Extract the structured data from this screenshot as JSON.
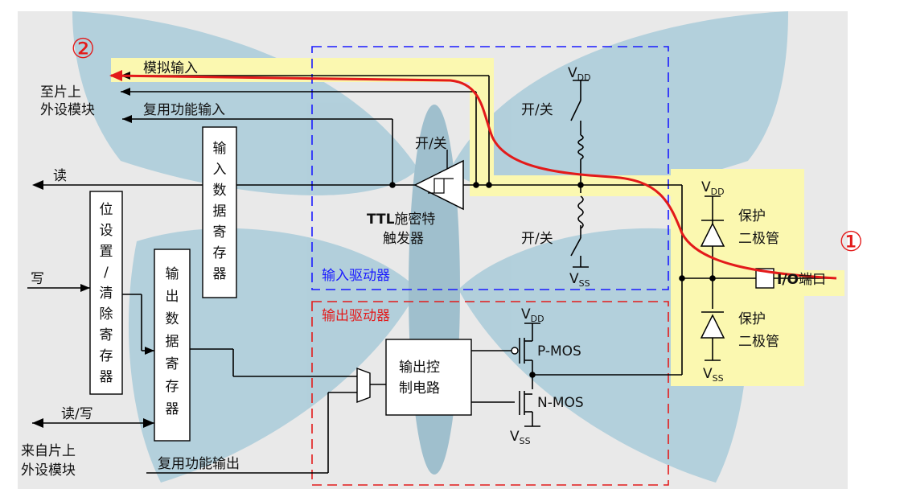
{
  "markers": {
    "one": "①",
    "two": "②"
  },
  "labels": {
    "to_peripheral_l1": "至片上",
    "to_peripheral_l2": "外设模块",
    "analog_input": "模拟输入",
    "alt_func_input": "复用功能输入",
    "read": "读",
    "write": "写",
    "read_write": "读/写",
    "from_peripheral_l1": "来自片上",
    "from_peripheral_l2": "外设模块",
    "alt_func_output": "复用功能输出",
    "onoff_top": "开/关",
    "onoff_bottom": "开/关",
    "onoff_trigger": "开/关",
    "vdd_main": "V",
    "vdd_sub": "DD",
    "vss_main": "V",
    "vss_sub": "SS",
    "ttl_l1_bold": "TTL",
    "ttl_l1_rest": "施密特",
    "ttl_l2": "触发器",
    "input_driver": "输入驱动器",
    "output_driver": "输出驱动器",
    "protect_l1": "保护",
    "protect_l2": "二极管",
    "io_port_bold": "I/O",
    "io_port_rest": "端口",
    "pmos": "P-MOS",
    "nmos": "N-MOS",
    "output_ctrl_l1": "输出控",
    "output_ctrl_l2": "制电路"
  },
  "boxes": {
    "input_data_reg": [
      "输",
      "入",
      "数",
      "据",
      "寄",
      "存",
      "器"
    ],
    "bit_set_clear_reg": [
      "位",
      "设",
      "置",
      "/",
      "清",
      "除",
      "寄",
      "存",
      "器"
    ],
    "output_data_reg": [
      "输",
      "出",
      "数",
      "据",
      "寄",
      "存",
      "器"
    ]
  },
  "colors": {
    "highlight": "#fbf8b0",
    "panel": "#e9e9e9",
    "red_path": "#e31a1a",
    "blue_dash": "#1a1aff",
    "red_dash": "#e31a1a",
    "watermark": "#a9cbd9"
  }
}
